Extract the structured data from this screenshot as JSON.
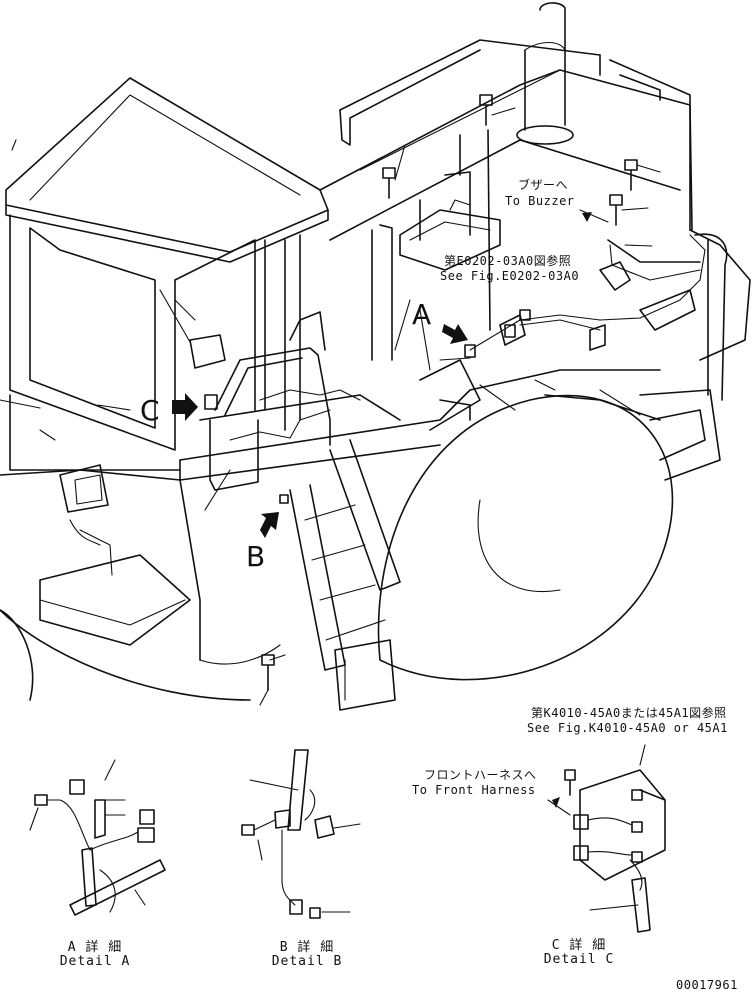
{
  "callouts": {
    "a": "A",
    "b": "B",
    "c": "C"
  },
  "notes": {
    "buzzer_jp": "ブザーへ",
    "buzzer_en": "To Buzzer",
    "fig_e0202_jp": "第E0202-03A0図参照",
    "fig_e0202_en": "See Fig.E0202-03A0",
    "fig_k4010_jp": "第K4010-45A0または45A1図参照",
    "fig_k4010_en": "See Fig.K4010-45A0 or 45A1",
    "front_harness_jp": "フロントハーネスへ",
    "front_harness_en": "To Front Harness"
  },
  "details": {
    "a_jp": "A 詳 細",
    "a_en": "Detail A",
    "b_jp": "B 詳 細",
    "b_en": "Detail B",
    "c_jp": "C 詳 細",
    "c_en": "Detail C"
  },
  "drawing_number": "00017961"
}
